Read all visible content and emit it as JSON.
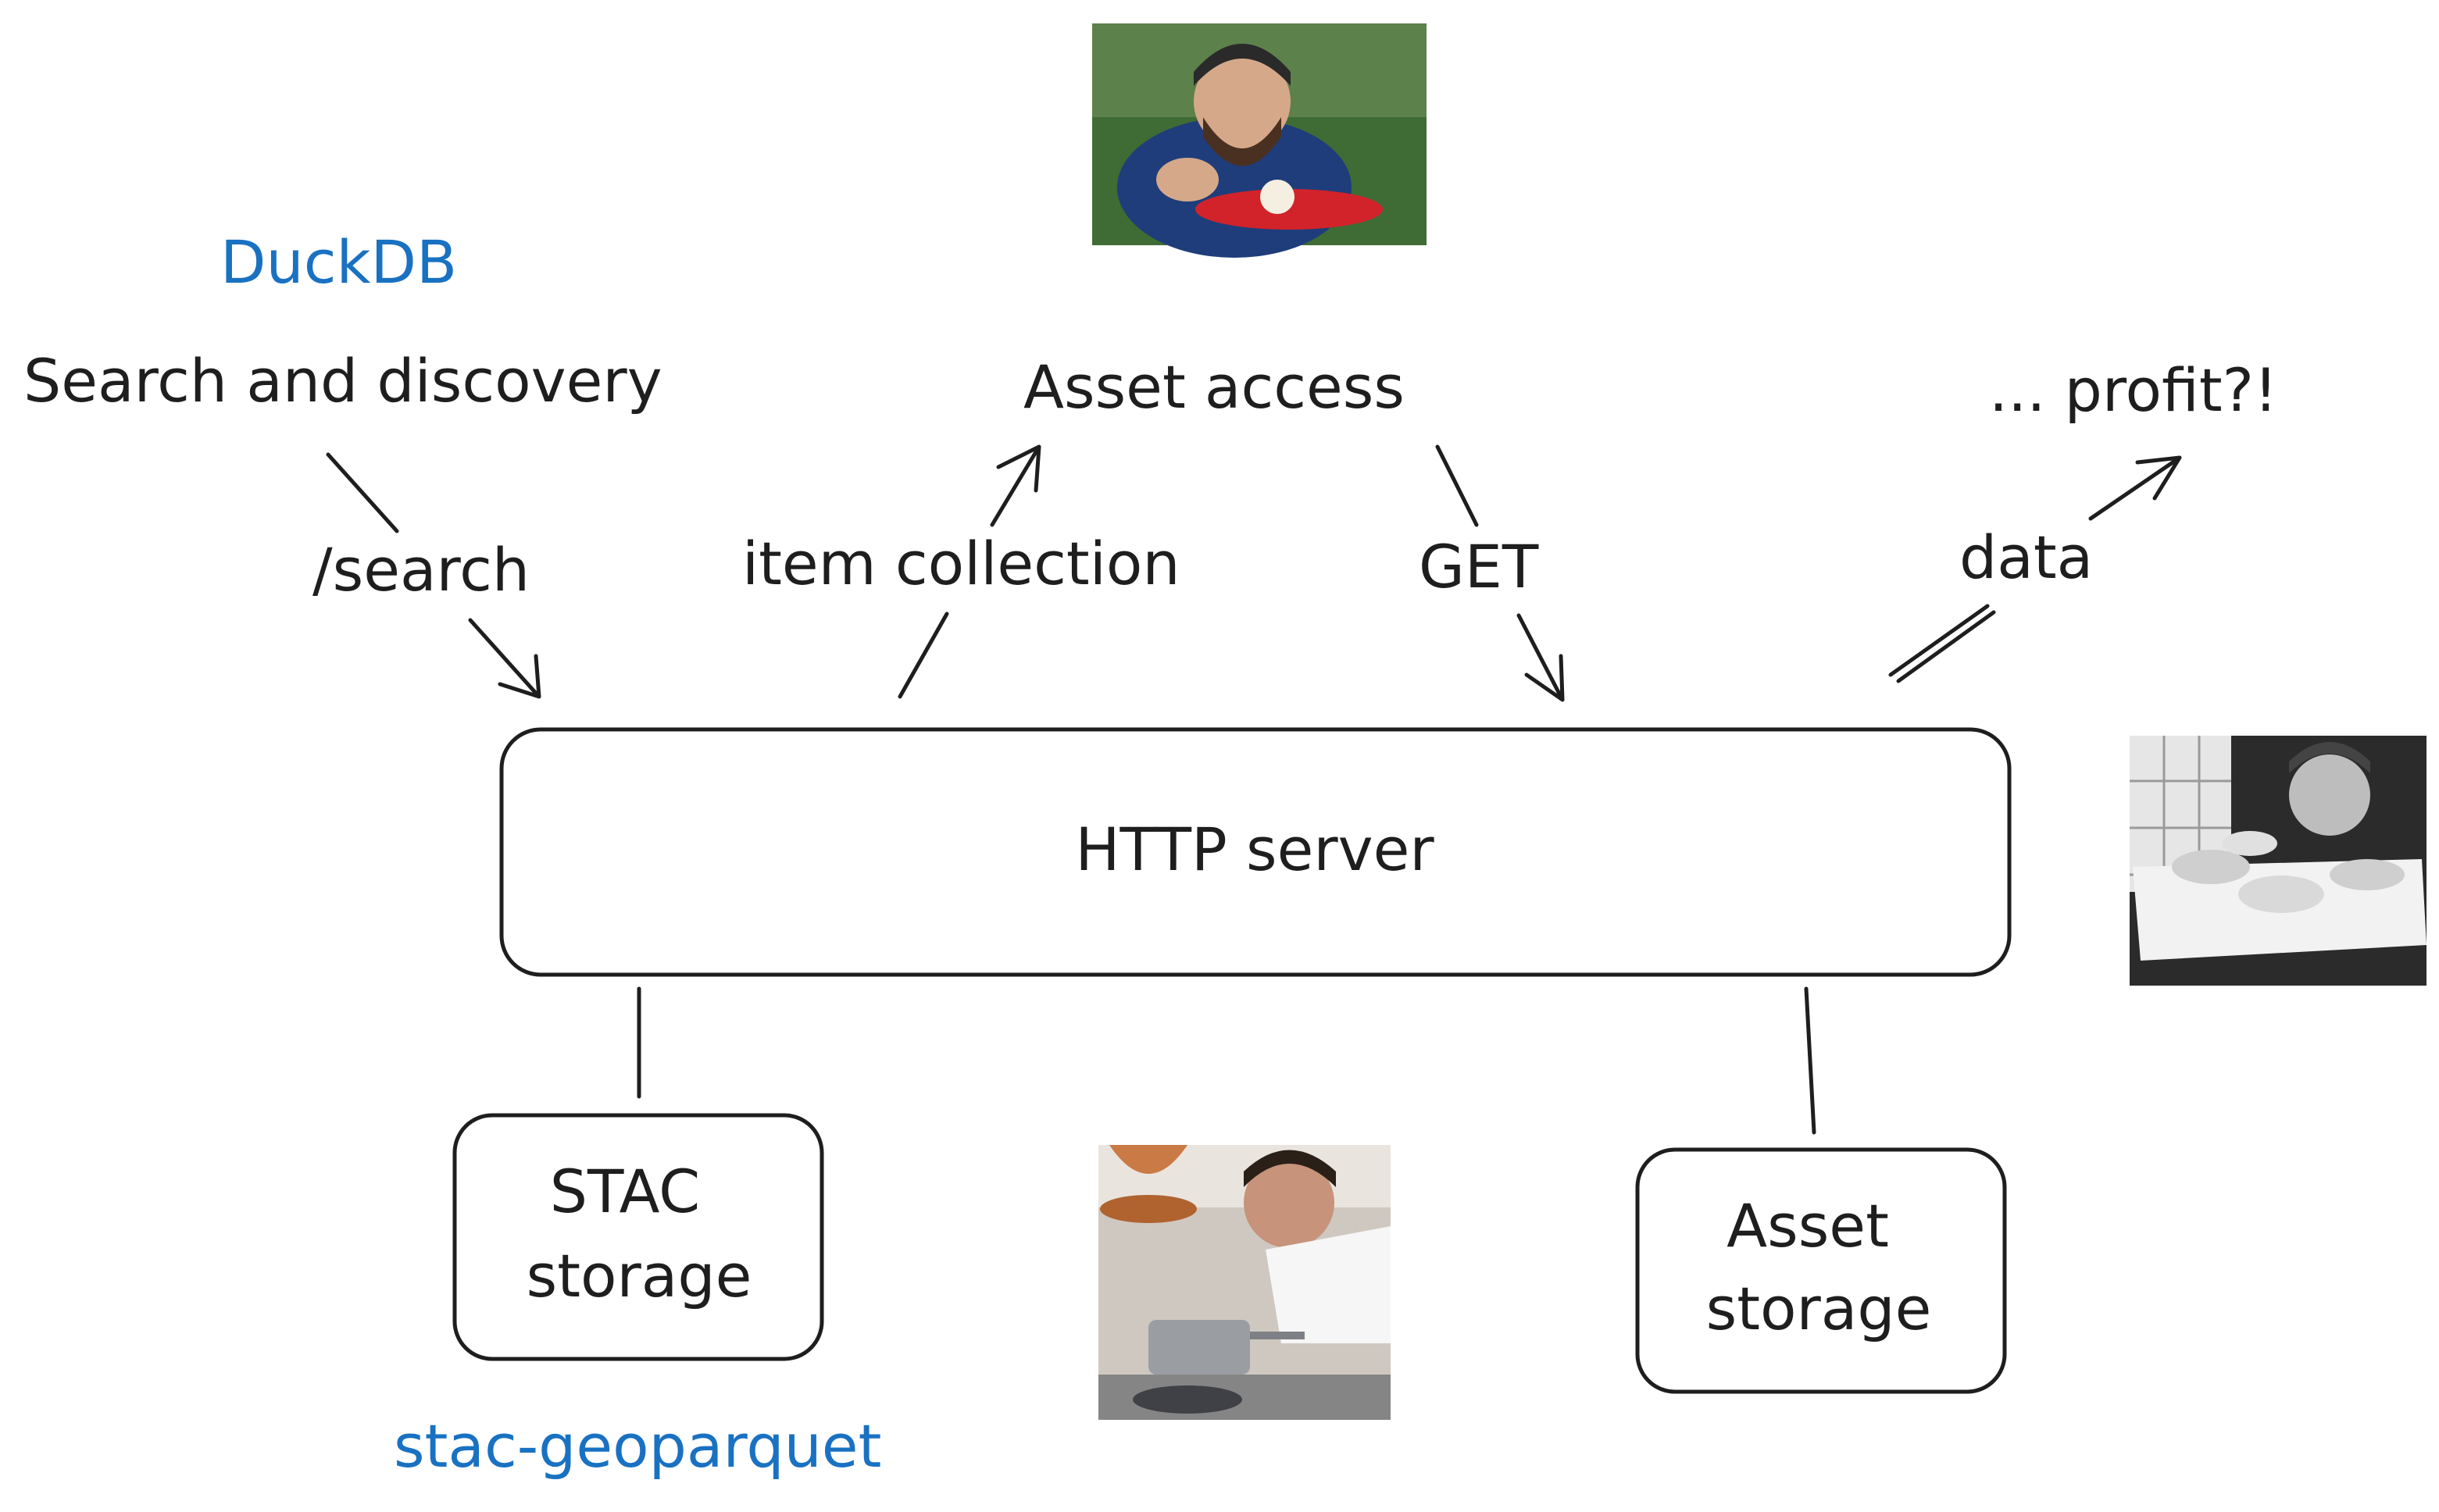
{
  "labels": {
    "duckdb": "DuckDB",
    "search_and_discovery": "Search and discovery",
    "asset_access": "Asset access",
    "profit": "... profit?!",
    "search_endpoint": "/search",
    "item_collection": "item collection",
    "get": "GET",
    "data": "data",
    "http_server": "HTTP server",
    "stac_storage_line1": "STAC",
    "stac_storage_line2": "storage",
    "asset_storage_line1": "Asset",
    "asset_storage_line2": "storage",
    "stac_geoparquet": "stac-geoparquet"
  },
  "photos": {
    "top_photo": "photo-bearded-man-eating",
    "right_photo": "photo-vintage-waiter-tray",
    "bottom_photo": "photo-chef-cooking"
  },
  "colors": {
    "ink": "#1e1e1e",
    "blue": "#1971c2"
  }
}
